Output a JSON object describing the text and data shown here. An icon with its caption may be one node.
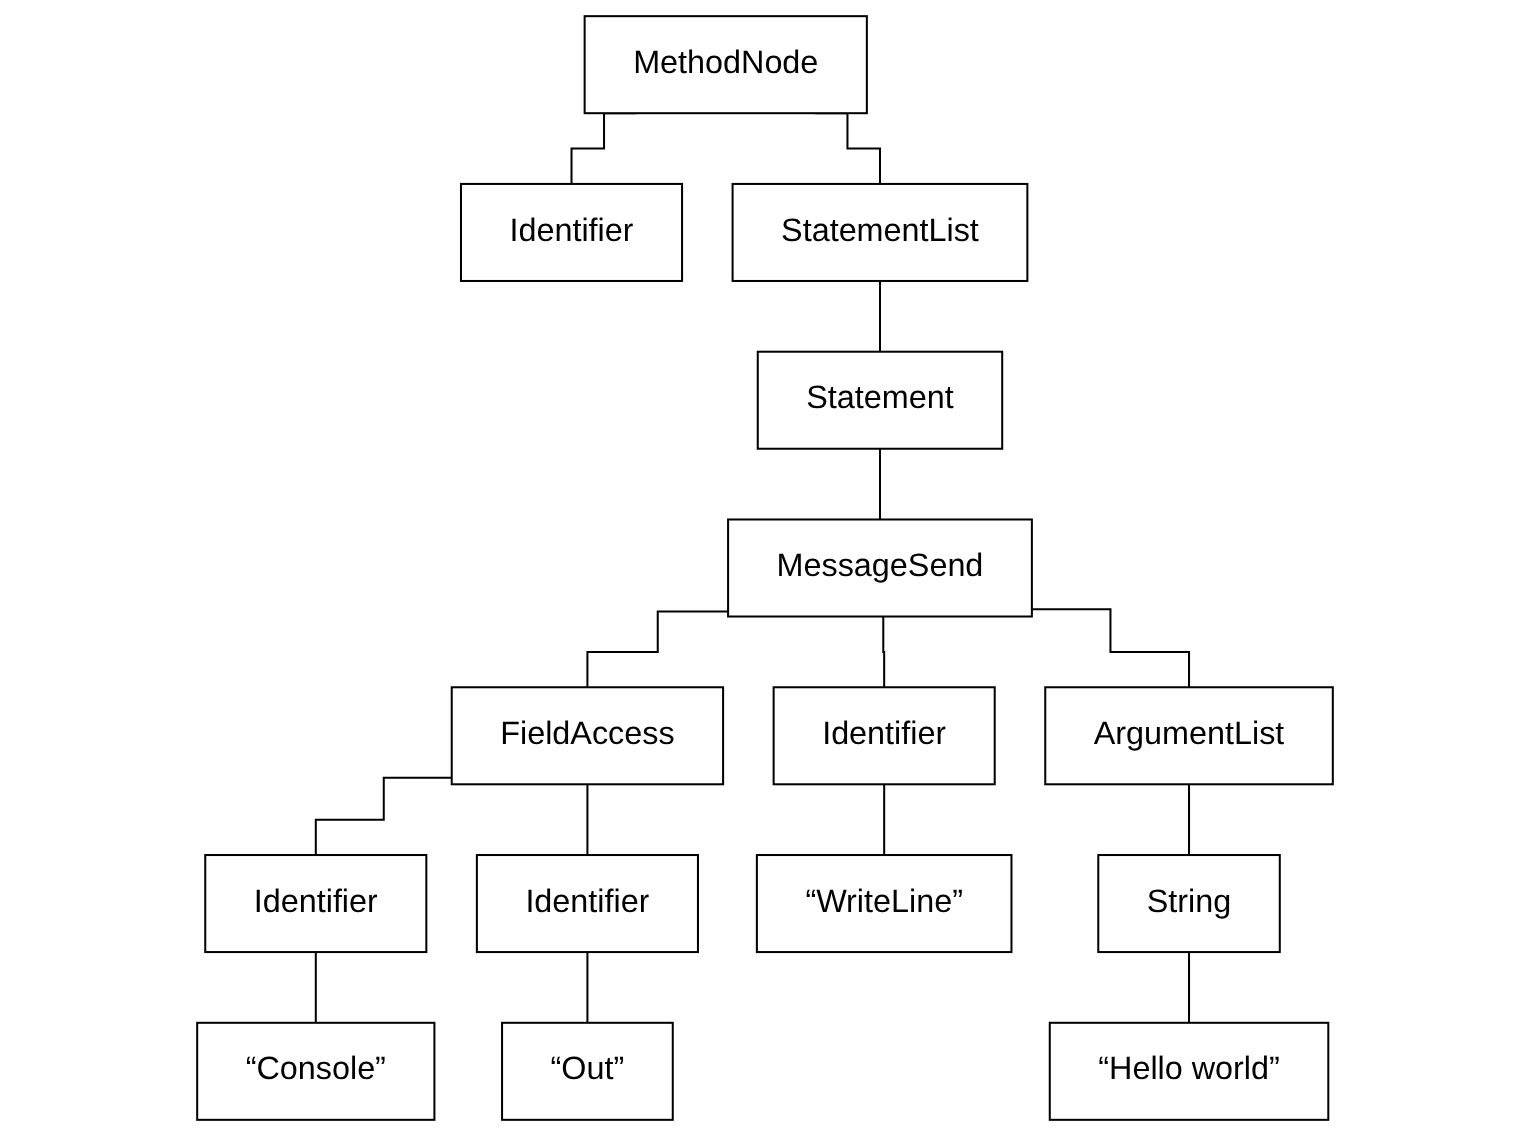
{
  "diagram": {
    "nodes": [
      {
        "text": [
          "MethodNode"
        ]
      },
      {
        "text": [
          "Identifier"
        ]
      },
      {
        "text": [
          "StatementList"
        ]
      },
      {
        "text": [
          "Statement"
        ]
      },
      {
        "text": [
          "MessageSend"
        ]
      },
      {
        "text": [
          "FieldAccess"
        ]
      },
      {
        "text": [
          "Identifier"
        ]
      },
      {
        "text": [
          "ArgumentList"
        ]
      },
      {
        "text": [
          "Identifier"
        ]
      },
      {
        "text": [
          "Identifier"
        ]
      },
      {
        "text": [
          "“WriteLine”"
        ]
      },
      {
        "text": [
          "String"
        ]
      },
      {
        "text": [
          "“Console”"
        ]
      },
      {
        "text": [
          "“Out”"
        ]
      },
      {
        "text": [
          "“Hello world”"
        ]
      }
    ],
    "edges": [
      {
        "from": 0,
        "to": 1,
        "arrow": "none"
      },
      {
        "from": 0,
        "to": 2,
        "arrow": "none"
      },
      {
        "from": 2,
        "to": 3,
        "arrow": "none"
      },
      {
        "from": 3,
        "to": 4,
        "arrow": "none"
      },
      {
        "from": 4,
        "to": 5,
        "arrow": "none"
      },
      {
        "from": 4,
        "to": 6,
        "arrow": "none"
      },
      {
        "from": 4,
        "to": 7,
        "arrow": "none"
      },
      {
        "from": 5,
        "to": 8,
        "arrow": "none"
      },
      {
        "from": 5,
        "to": 9,
        "arrow": "none"
      },
      {
        "from": 6,
        "to": 10,
        "arrow": "none"
      },
      {
        "from": 7,
        "to": 11,
        "arrow": "none"
      },
      {
        "from": 8,
        "to": 12,
        "arrow": "none"
      },
      {
        "from": 9,
        "to": 13,
        "arrow": "none"
      },
      {
        "from": 11,
        "to": 14,
        "arrow": "none"
      }
    ]
  }
}
